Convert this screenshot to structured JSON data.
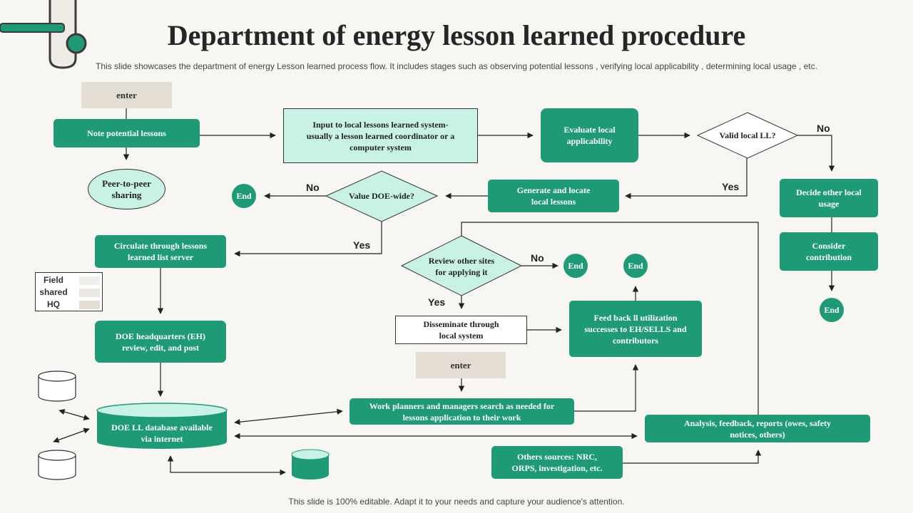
{
  "title": "Department of energy lesson learned procedure",
  "subtitle": "This slide showcases the department of energy Lesson learned process flow. It includes stages such as observing potential lessons , verifying local applicability , determining local usage , etc.",
  "footer": "This slide is 100% editable. Adapt it to your needs and capture your audience's attention.",
  "colors": {
    "accent": "#1f9a76",
    "mint": "#c9f2e6",
    "beige": "#e4ddd4",
    "background": "#f7f6f2"
  },
  "nodes": {
    "enter1": "enter",
    "note_potential": "Note potential  lessons",
    "peer_sharing": "Peer-to-peer\nsharing",
    "input_local": "Input  to local lessons learned system-\nusually a lesson learned coordinator  or a\ncomputer  system",
    "evaluate_local": "Evaluate   local\napplicability",
    "valid_local": "Valid local LL?",
    "decide_other": "Decide other local\nusage",
    "consider_contribution": "Consider\ncontribution",
    "generate_locate": "Generate  and  locate\nlocal lessons",
    "value_doe": "Value DOE-wide?",
    "circulate": "Circulate through lessons\nlearned list server",
    "review_other": "Review  other sites\nfor applying  it",
    "disseminate": "Disseminate through\nlocal system",
    "feed_back": "Feed back ll utilization\nsuccesses to EH/SELLS   and\ncontributors",
    "doe_hq": "DOE headquarters  (EH)\nreview,  edit,  and post",
    "enter2": "enter",
    "work_planners": "Work planners and  managers  search as needed  for\nlessons application  to their work",
    "doe_ll_database": "DOE  LL database  available\nvia internet",
    "analysis": "Analysis,  feedback,  reports (owes,  safety\nnotices, others)",
    "others_sources": "Others sources: NRC,\nORPS,  investigation,  etc.",
    "end": "End"
  },
  "labels": {
    "no": "No",
    "yes": "Yes"
  },
  "legend": {
    "items": [
      {
        "label": "Field"
      },
      {
        "label": "shared"
      },
      {
        "label": "HQ"
      }
    ]
  }
}
